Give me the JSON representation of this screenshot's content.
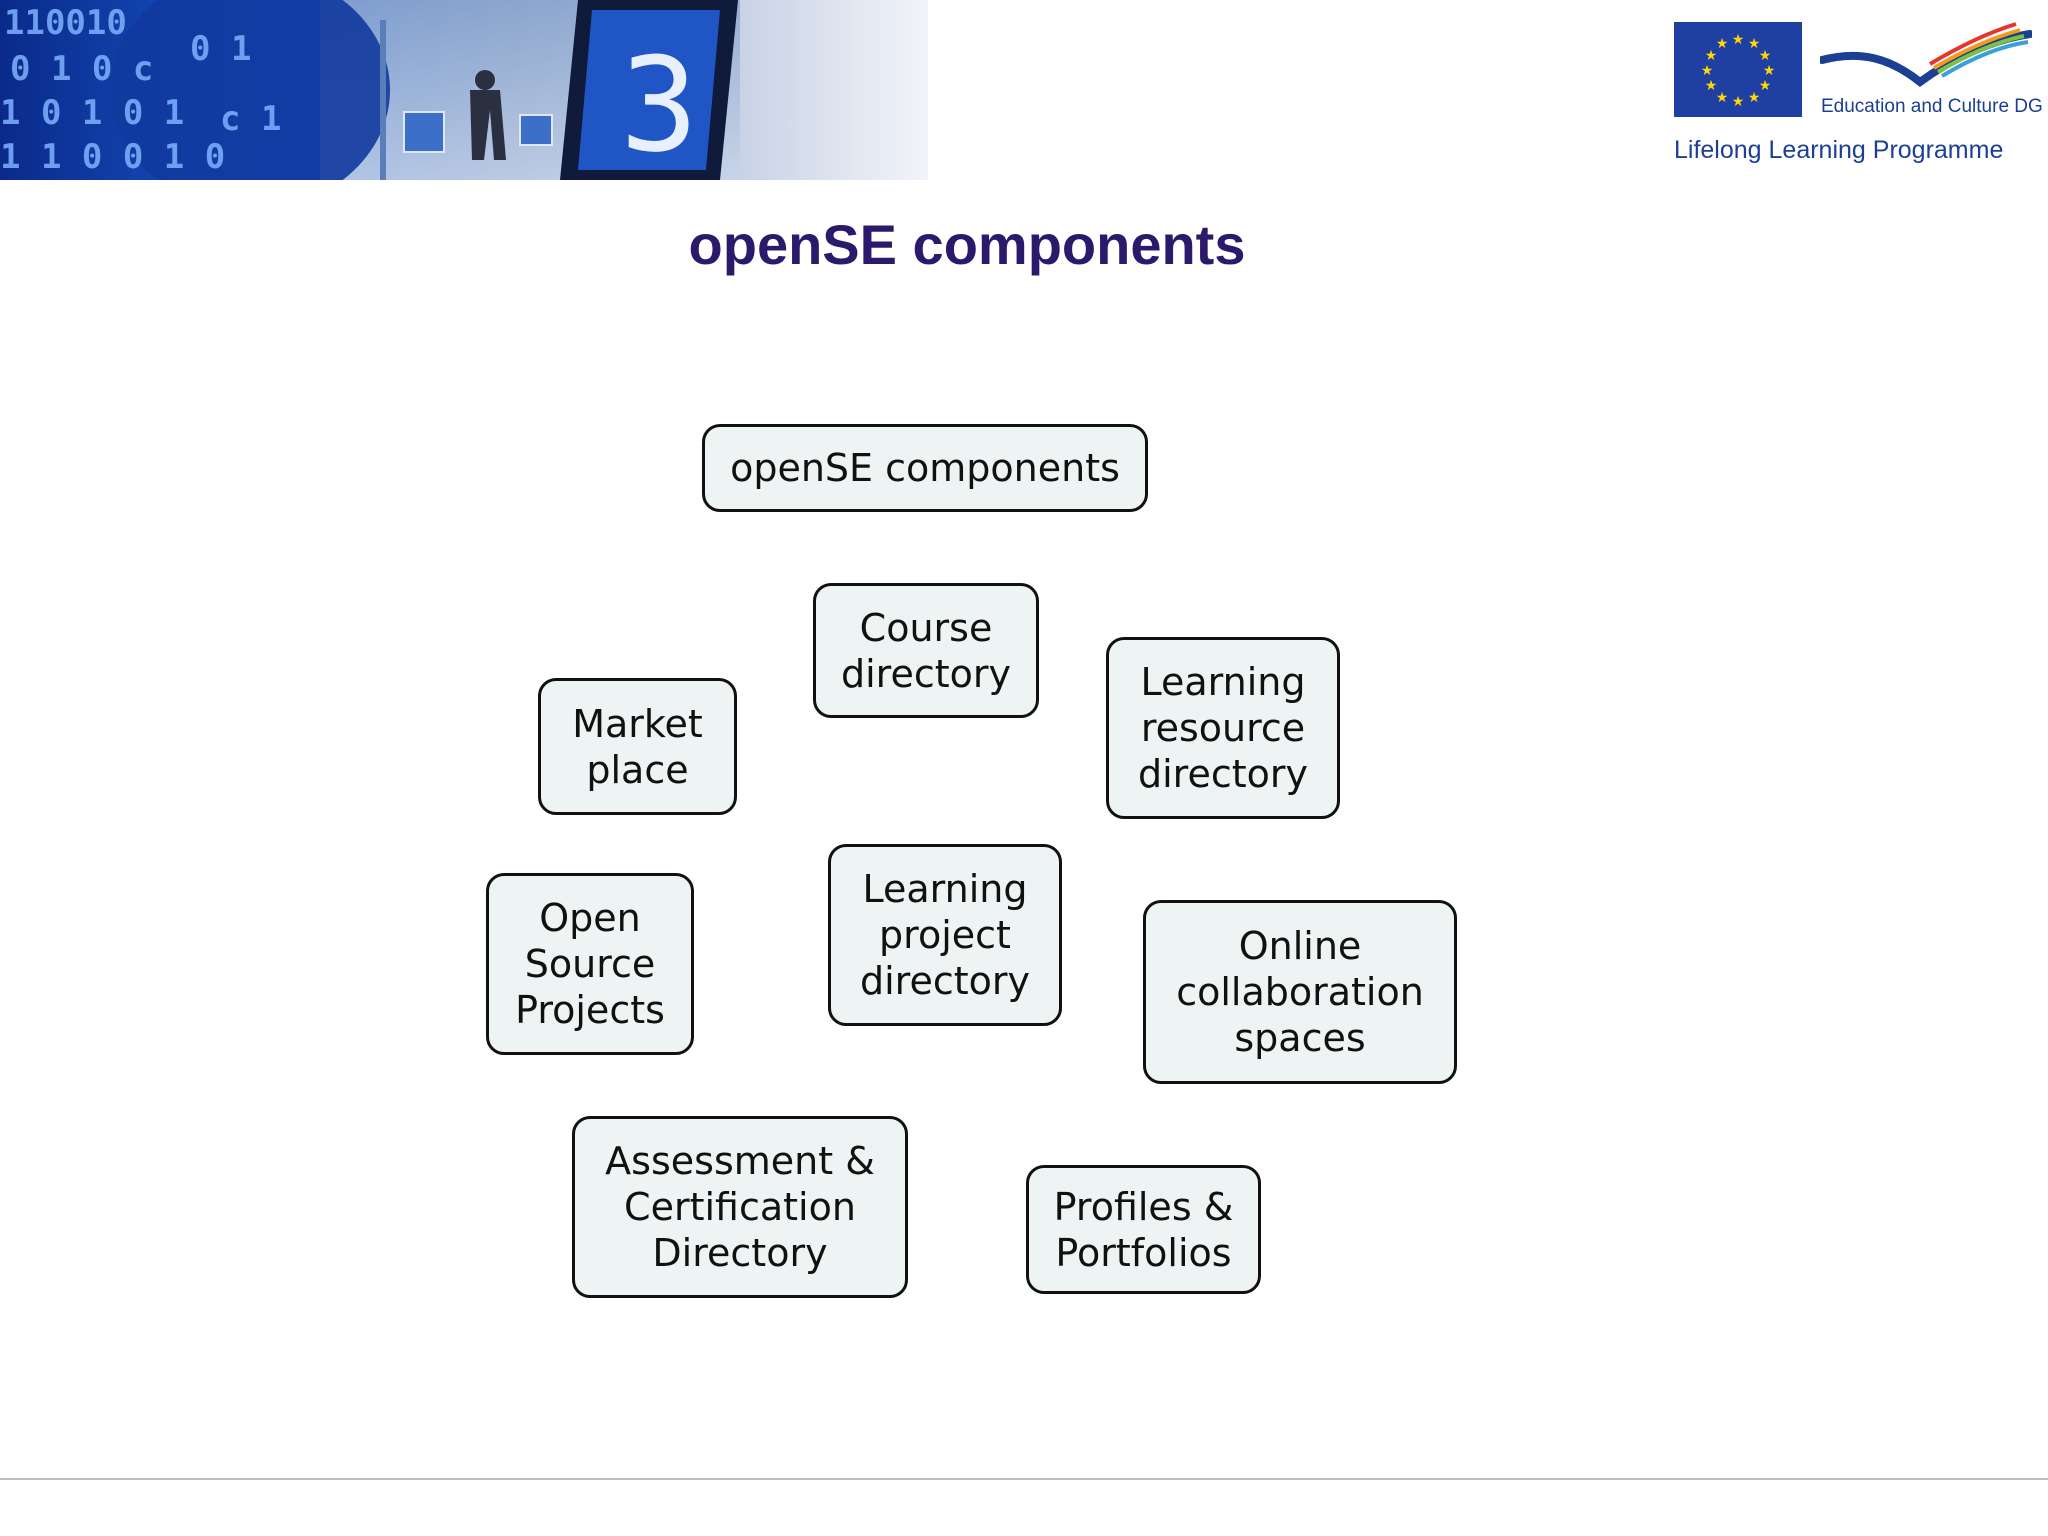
{
  "header": {
    "banner_icon": "digital-binary-face-image",
    "eu_flag_icon": "eu-flag-icon",
    "swoosh_icon": "education-culture-swoosh-icon",
    "dg_label": "Education and Culture DG",
    "programme_label": "Lifelong Learning Programme",
    "brand_color": "#1c3f94"
  },
  "slide": {
    "title": "openSE components",
    "title_color": "#2b1a6b"
  },
  "diagram": {
    "nodes": [
      {
        "id": "root",
        "label": "openSE components"
      },
      {
        "id": "course",
        "label": "Course\ndirectory"
      },
      {
        "id": "market",
        "label": "Market\nplace"
      },
      {
        "id": "learning-resource",
        "label": "Learning\nresource\ndirectory"
      },
      {
        "id": "open-source",
        "label": "Open\nSource\nProjects"
      },
      {
        "id": "learning-project",
        "label": "Learning\nproject\ndirectory"
      },
      {
        "id": "online-collab",
        "label": "Online\ncollaboration\nspaces"
      },
      {
        "id": "assessment",
        "label": "Assessment &\nCertification\nDirectory"
      },
      {
        "id": "profiles",
        "label": "Profiles &\nPortfolios"
      }
    ],
    "node_fill": "#eef3f3",
    "node_border": "#111111"
  }
}
